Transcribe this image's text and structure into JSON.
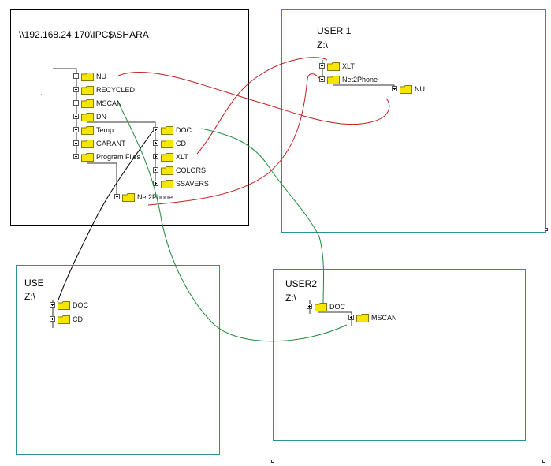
{
  "server": {
    "path": "\\\\192.168.24.170\\IPC$\\SHARA",
    "items_col1": [
      "NU",
      "RECYCLED",
      "MSCAN",
      "DN",
      "Temp",
      "GARANT",
      "Program Files"
    ],
    "items_col2": [
      "DOC",
      "CD",
      "XLT",
      "COLORS",
      "SSAVERS"
    ],
    "item_bottom": "Net2Phone"
  },
  "user1": {
    "title": "USER 1",
    "drive": "Z:\\",
    "items": [
      "XLT",
      "Net2Phone"
    ],
    "item_sub": "NU"
  },
  "use": {
    "title": "USE",
    "drive": "Z:\\",
    "items": [
      "DOC",
      "CD"
    ]
  },
  "user2": {
    "title": "USER2",
    "drive": "Z:\\",
    "item_doc": "DOC",
    "item_sub": "MSCAN"
  },
  "colors": {
    "red": "#c0201f",
    "green": "#1f8a3a",
    "black": "#000000",
    "teal_border": "#2e8f9b",
    "folder": "#f5e600"
  }
}
